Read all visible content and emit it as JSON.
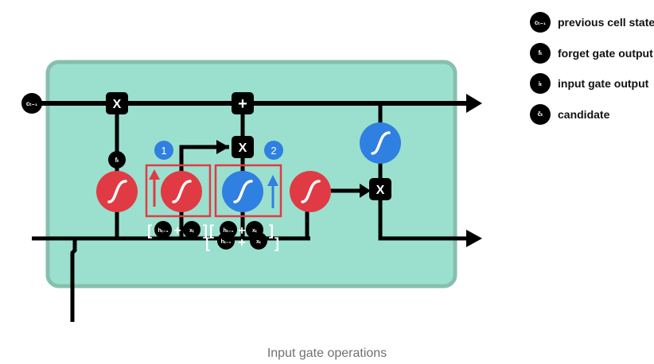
{
  "diagram": {
    "cell_state_label": "cₜ₋₁",
    "forget_label": "fₜ",
    "ops": {
      "multiply": "X",
      "add": "+"
    },
    "hidden_label": "hₜ₋₁",
    "input_label": "xₜ",
    "callouts": [
      "1",
      "2"
    ],
    "colors": {
      "cell": "#9be0ce",
      "cell_border": "#87bfae",
      "sigmoid": "#e03b44",
      "tanh": "#2f80e0",
      "highlight": "#e03b44",
      "callout": "#2f80e0",
      "line": "#000000"
    }
  },
  "legend": [
    {
      "symbol": "cₜ₋₁",
      "label": "previous cell state"
    },
    {
      "symbol": "fₜ",
      "label": "forget gate output"
    },
    {
      "symbol": "iₜ",
      "label": "input gate output"
    },
    {
      "symbol": "čₜ",
      "label": "candidate"
    }
  ],
  "caption": "Input gate operations"
}
